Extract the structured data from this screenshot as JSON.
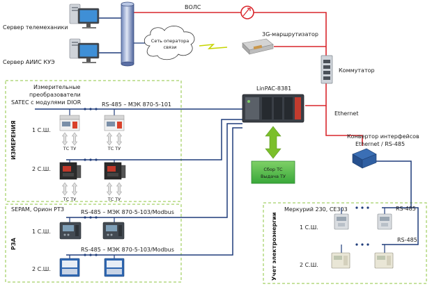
{
  "labels": {
    "server_telemech": "Сервер телемеханики",
    "server_aiis": "Сервер АИИС КУЭ",
    "cloud": [
      "Сеть оператора",
      "связи"
    ],
    "vols": "ВОЛС",
    "router3g": "3G-маршрутизатор",
    "switch": "Коммутатор",
    "ethernet": "Ethernet",
    "linpac": "LinPAC-8381",
    "converter": [
      "Конвертор интерфейсов",
      "Ethernet / RS-485"
    ],
    "collect": [
      "Сбор ТС",
      "Выдача ТУ"
    ]
  },
  "measure": {
    "vertical": "ИЗМЕРЕНИЯ",
    "desc": [
      "Измерительные",
      "преобразователи",
      "SATEC с модулями DIOR"
    ],
    "bus": "RS-485 – МЭК 870-5-101",
    "row1": "1 С.Ш.",
    "row2": "2 С.Ш.",
    "tc_tu": "ТС ТУ"
  },
  "rza": {
    "vertical": "РЗА",
    "desc": "SEPAM, Орион РТЗ",
    "bus1": "RS-485 – МЭК 870-5-103/Modbus",
    "bus2": "RS-485 – МЭК 870-5-103/Modbus",
    "row1": "1 С.Ш.",
    "row2": "2 С.Ш."
  },
  "energy": {
    "vertical": "Учет электроэнергии",
    "desc": "Меркурий 230, СЕ303",
    "rs1": "RS-485",
    "rs2": "RS-485",
    "row1": "1 С.Ш.",
    "row2": "2 С.Ш."
  },
  "colors": {
    "red_line": "#d9262c",
    "blue_line": "#1f3c7a",
    "green_dash": "#8cc63f",
    "green_box": "#4cb848",
    "green_arrow": "#7bbf2a"
  }
}
